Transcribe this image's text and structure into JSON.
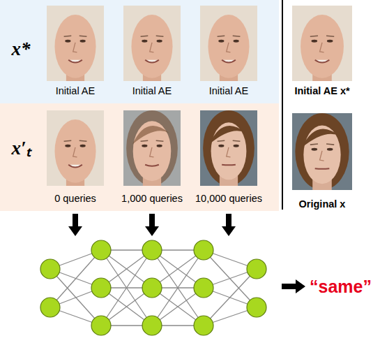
{
  "diagram": {
    "nodes": [
      {
        "text": [
          "x*",
          "Initial AE",
          "Initial AE",
          "Initial AE"
        ]
      },
      {
        "text": [
          "x′ₜ",
          "0 queries",
          "1,000 queries",
          "10,000 queries"
        ]
      }
    ],
    "labels": [
      "Initial AE x*",
      "Original x",
      "“same”"
    ]
  }
}
